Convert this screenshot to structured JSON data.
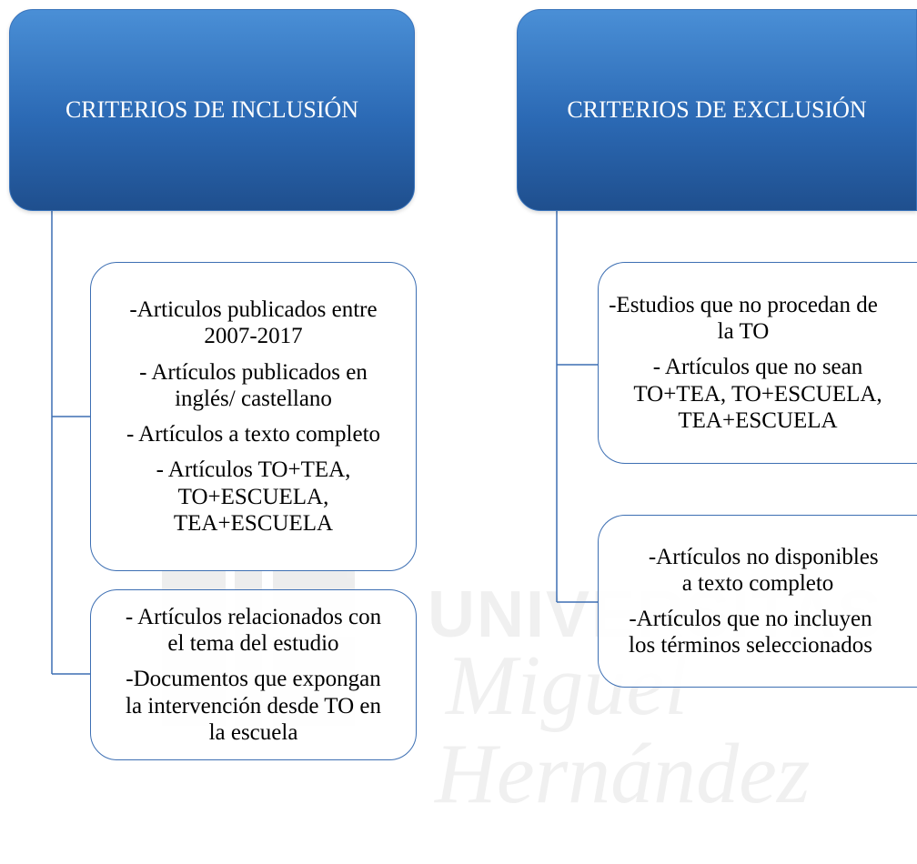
{
  "watermark": {
    "line1": "UNIVERSITAS",
    "line2": "Miguel",
    "line3": "Hernández"
  },
  "left": {
    "header": "CRITERIOS DE INCLUSIÓN",
    "box1": [
      "-Articulos publicados entre\n2007-2017",
      "- Artículos publicados en\ninglés/ castellano",
      "- Artículos a texto completo",
      "- Artículos TO+TEA,\nTO+ESCUELA,\nTEA+ESCUELA"
    ],
    "box2": [
      "- Artículos relacionados con\nel tema del estudio",
      "-Documentos que expongan\nla intervención desde TO  en\nla escuela"
    ]
  },
  "right": {
    "header": "CRITERIOS DE EXCLUSIÓN",
    "box1": [
      "-Estudios que no procedan de\nla TO",
      "- Artículos que no sean\nTO+TEA, TO+ESCUELA,\nTEA+ESCUELA"
    ],
    "box2": [
      "  -Artículos no disponibles\na texto completo",
      "-Artículos que no incluyen\nlos términos seleccionados"
    ]
  }
}
